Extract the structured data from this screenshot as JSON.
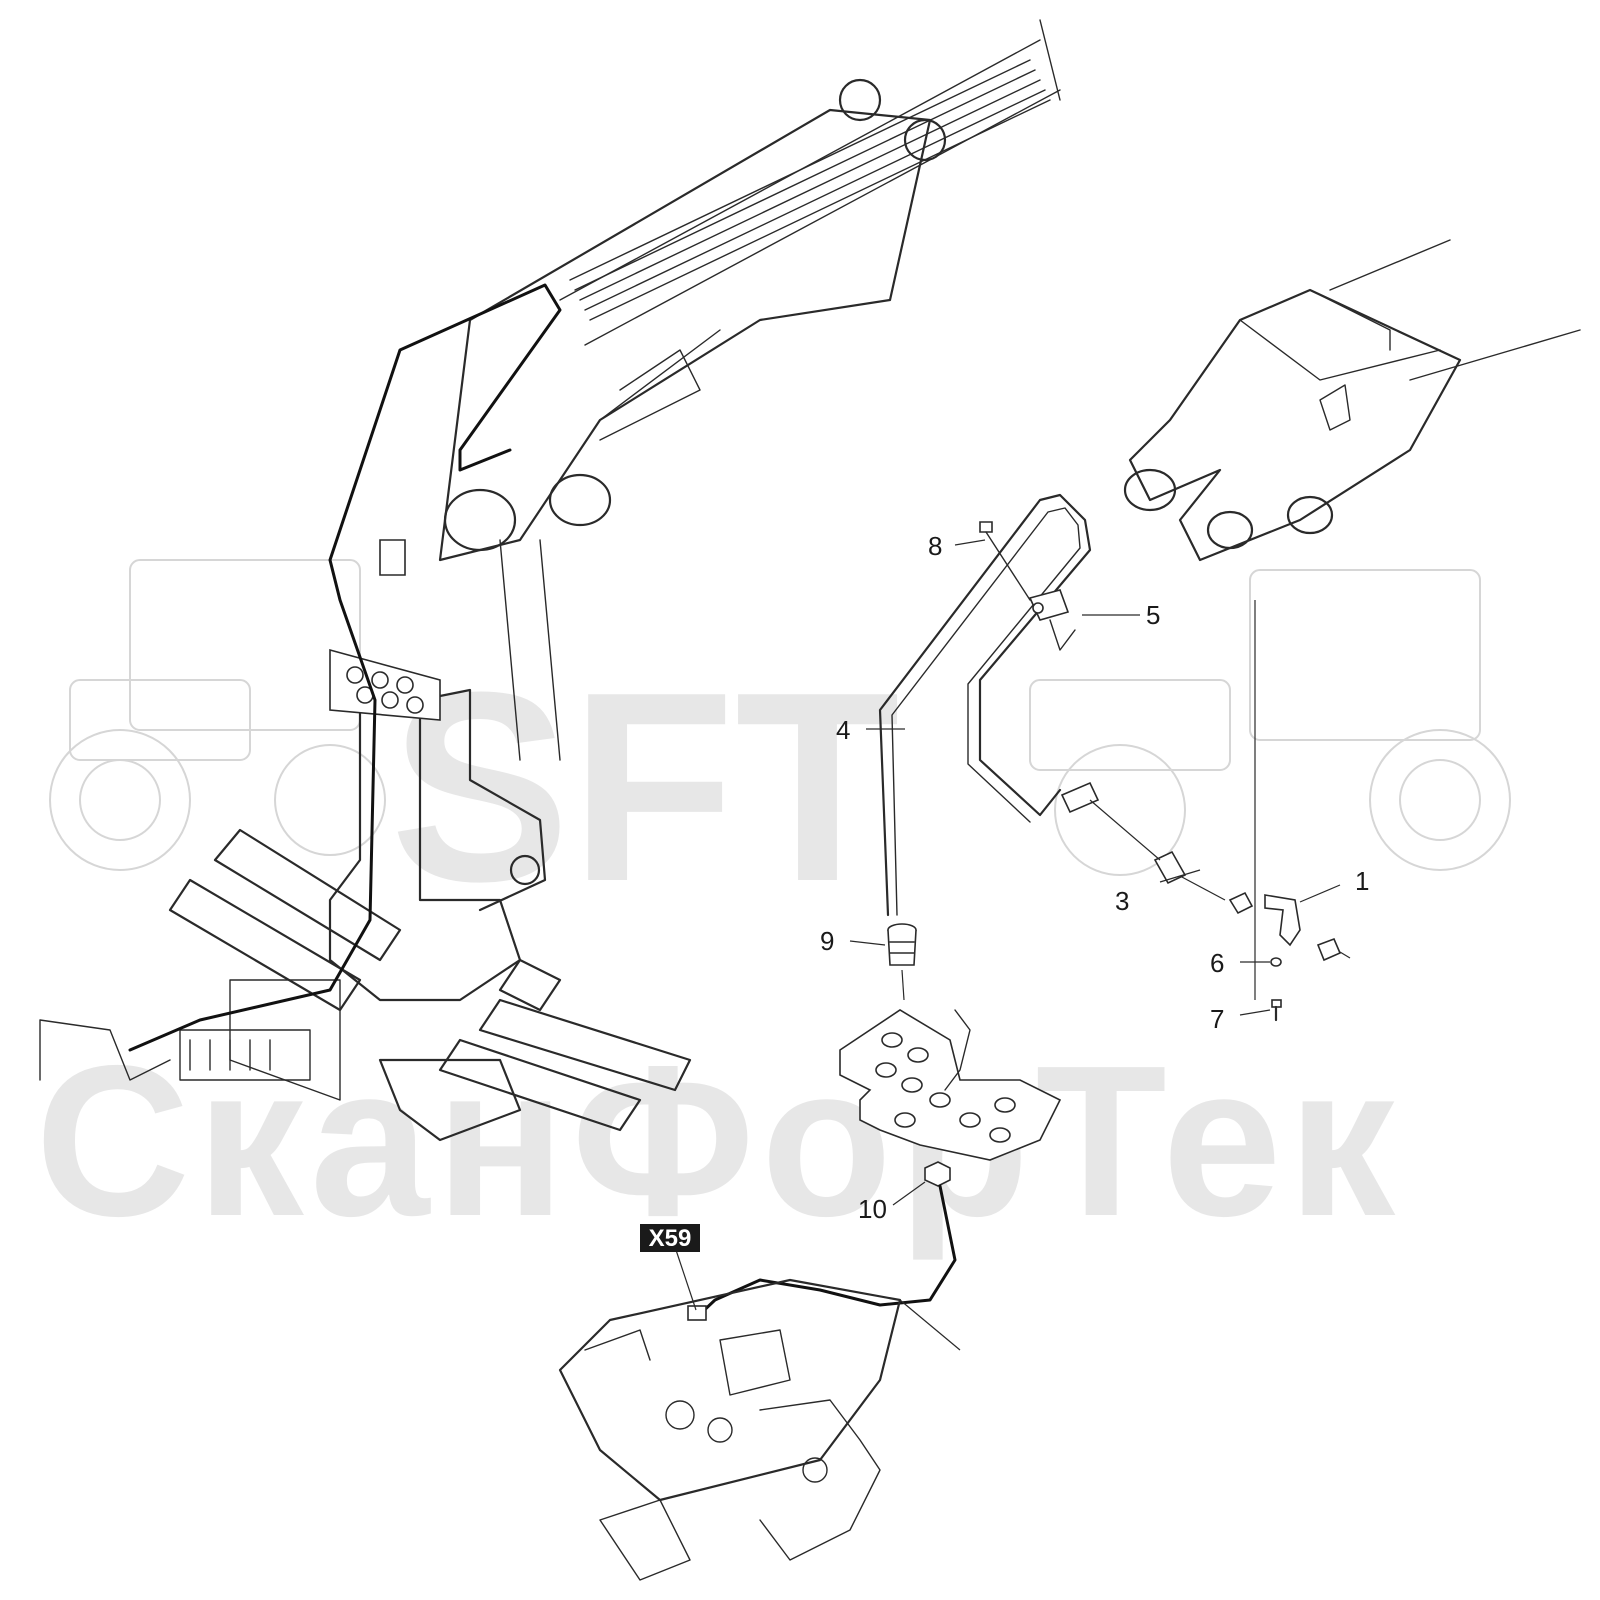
{
  "watermark": {
    "logo_text": "SFT",
    "company_text": "СканФорТек"
  },
  "connector_tag": "X59",
  "callouts": [
    "1",
    "3",
    "4",
    "5",
    "6",
    "7",
    "8",
    "9",
    "10"
  ],
  "colors": {
    "line": "#2a2a2a",
    "wire": "#111111",
    "tag_background": "#1a1a1a",
    "watermark": "#cfcfcf"
  }
}
